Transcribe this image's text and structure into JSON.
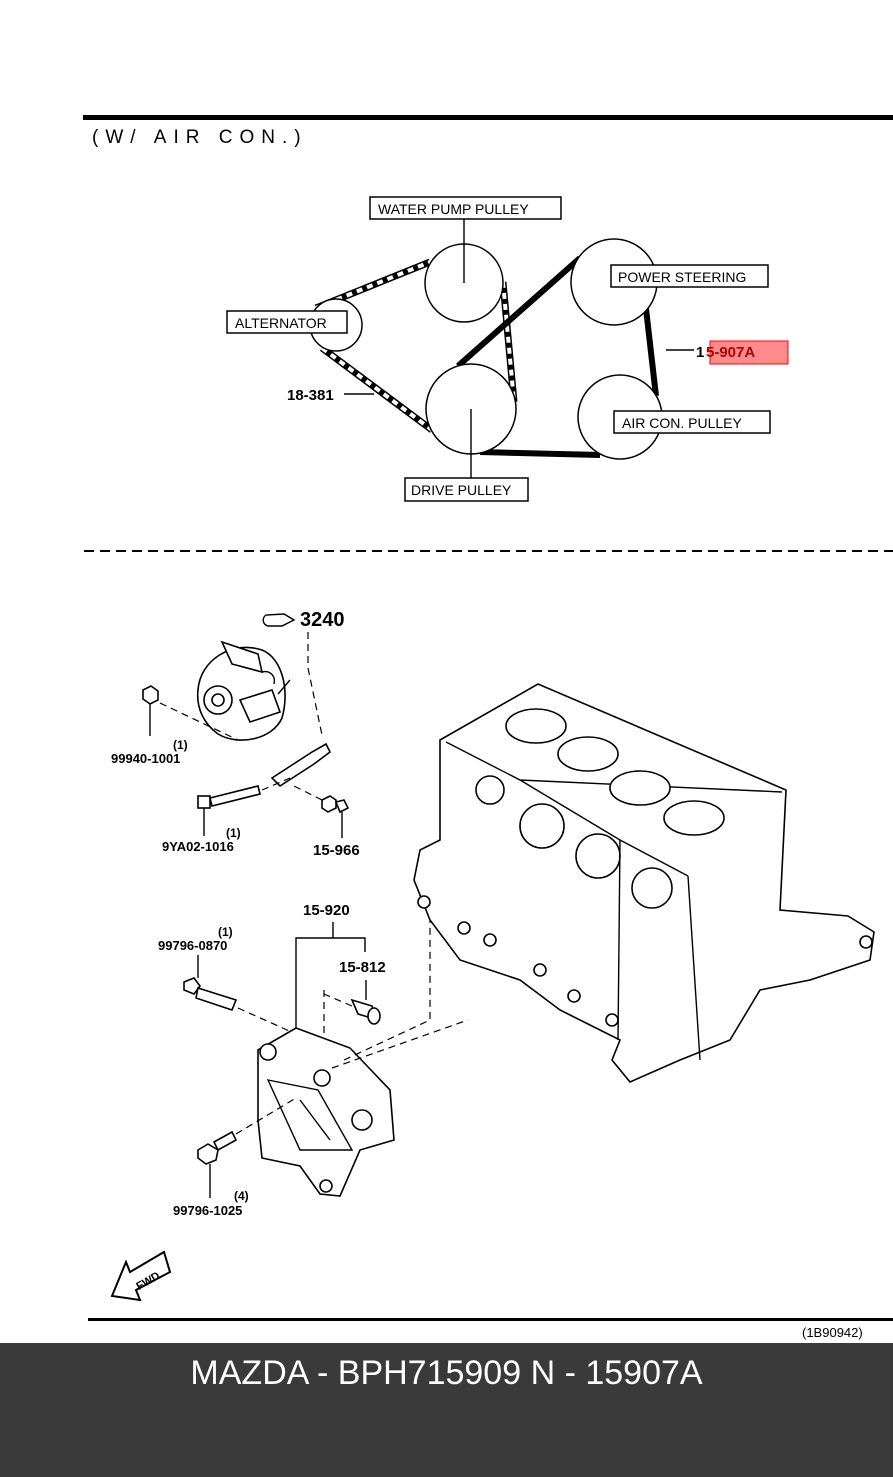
{
  "header": {
    "condition": "(W/ AIR CON.)"
  },
  "belt_diagram": {
    "pulleys": {
      "water_pump": "WATER PUMP PULLEY",
      "alternator": "ALTERNATOR",
      "power_steering": "POWER STEERING",
      "air_con": "AIR CON. PULLEY",
      "drive": "DRIVE PULLEY"
    },
    "belts": {
      "alternator_belt": "18-381",
      "aircon_belt_prefix": "1",
      "aircon_belt_highlight": "5-907A"
    }
  },
  "exploded_view": {
    "reference": "3240",
    "parts": [
      {
        "id": "bolt-99940",
        "number": "99940-1001",
        "qty": "(1)"
      },
      {
        "id": "bolt-9ya02",
        "number": "9YA02-1016",
        "qty": "(1)"
      },
      {
        "id": "nut-15966",
        "number": "15-966"
      },
      {
        "id": "bracket-15920",
        "number": "15-920"
      },
      {
        "id": "bushing-15812",
        "number": "15-812"
      },
      {
        "id": "bolt-99796-0870",
        "number": "99796-0870",
        "qty": "(1)"
      },
      {
        "id": "bolt-99796-1025",
        "number": "99796-1025",
        "qty": "(4)"
      }
    ],
    "fwd_label": "FWD",
    "drawing_id": "(1B90942)"
  },
  "footer": {
    "text": "MAZDA - BPH715909   N - 15907A"
  },
  "colors": {
    "highlight": "#ff0000",
    "footer_bg": "#3a3a3a"
  }
}
